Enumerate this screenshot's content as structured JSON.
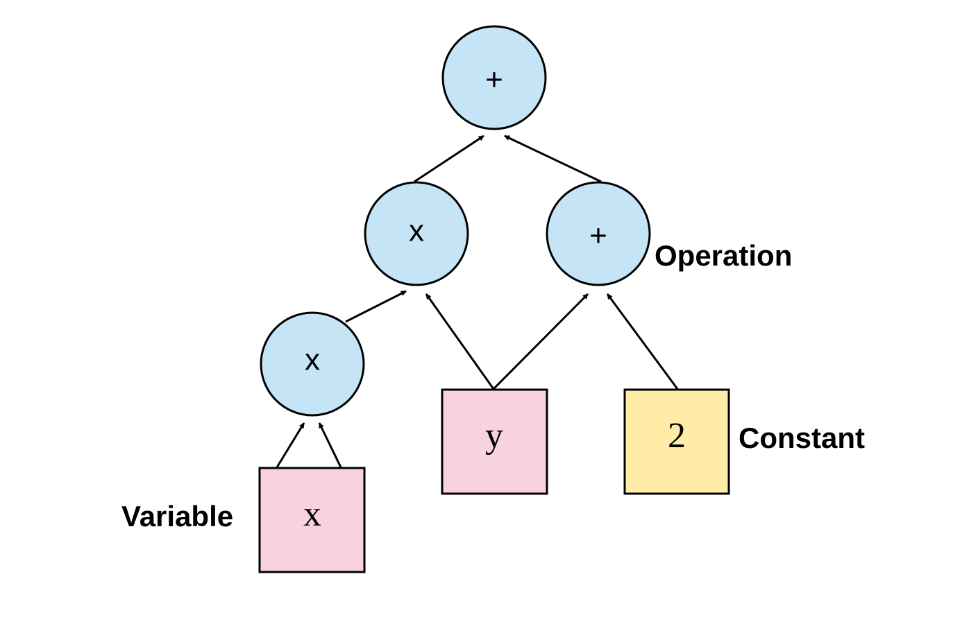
{
  "nodes": {
    "root_plus": "+",
    "mul_mid": "x",
    "plus_mid": "+",
    "mul_low": "x",
    "var_x": "x",
    "var_y": "y",
    "const_2": "2"
  },
  "legend": {
    "operation": "Operation",
    "variable": "Variable",
    "constant": "Constant"
  },
  "colors": {
    "operation": "#c5e4f6",
    "variable": "#f8d3df",
    "constant": "#ffeca7"
  }
}
